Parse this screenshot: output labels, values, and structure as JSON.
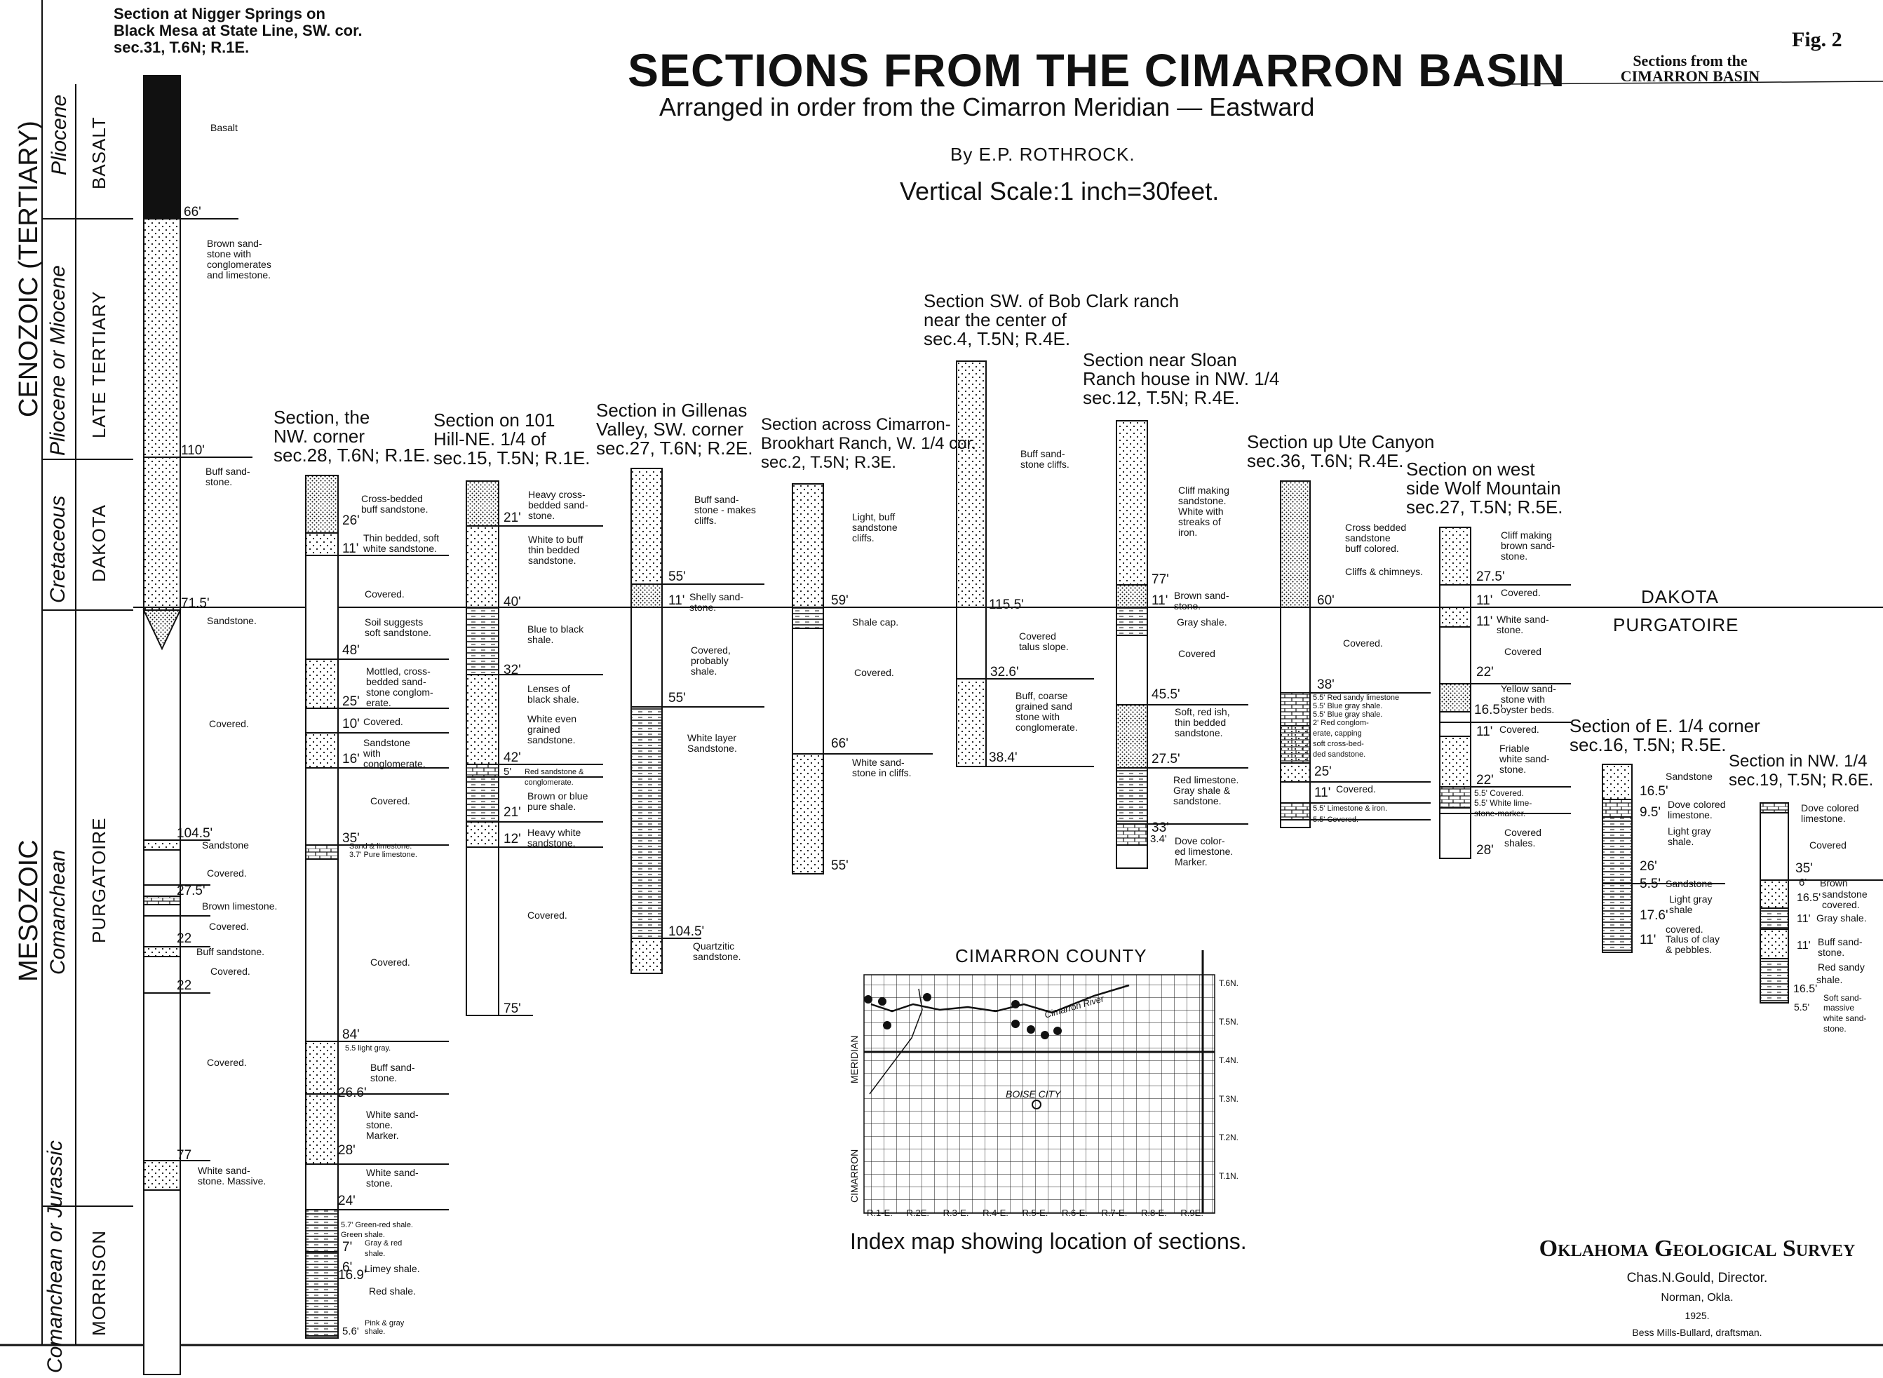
{
  "header": {
    "title": "SECTIONS FROM THE CIMARRON BASIN",
    "subtitle": "Arranged in order from the Cimarron Meridian — Eastward",
    "author": "By E.P. ROTHROCK.",
    "scale": "Vertical Scale:1 inch=30feet.",
    "fig_label": "Fig. 2",
    "corner_title_line1": "Sections from the",
    "corner_title_line2": "CIMARRON BASIN"
  },
  "stratigraphy": {
    "era_mesozoic": "MESOZOIC",
    "era_cenozoic": "CENOZOIC (TERTIARY)",
    "period_cretaceous": "Cretaceous",
    "period_comanchean": "Comanchean",
    "period_jurassic": "Comanchean or Jurassic",
    "age_pliocene": "Pliocene",
    "age_pliocene_miocene": "Pliocene or Miocene",
    "form_basalt": "BASALT",
    "form_late_tertiary": "LATE TERTIARY",
    "form_dakota": "DAKOTA",
    "form_purgatoire": "PURGATOIRE",
    "form_morrison": "MORRISON",
    "dakota_right": "DAKOTA",
    "purgatoire_right": "PURGATOIRE"
  },
  "sections": [
    {
      "title": [
        "Section at Nigger Springs on",
        "Black Mesa at State Line, SW. cor.",
        "sec.31, T.6N; R.1E."
      ]
    },
    {
      "title": [
        "Section, the",
        "NW. corner",
        "sec.28, T.6N; R.1E."
      ]
    },
    {
      "title": [
        "Section on 101",
        "Hill-NE. 1/4 of",
        "sec.15, T.5N; R.1E."
      ]
    },
    {
      "title": [
        "Section in Gillenas",
        "Valley, SW. corner",
        "sec.27, T.6N; R.2E."
      ]
    },
    {
      "title": [
        "Section across Cimarron-",
        "Brookhart Ranch, W. 1/4 cor.",
        "sec.2, T.5N; R.3E."
      ]
    },
    {
      "title": [
        "Section SW. of Bob Clark ranch",
        "near the center of",
        "sec.4, T.5N; R.4E."
      ]
    },
    {
      "title": [
        "Section near Sloan",
        "Ranch house in NW. 1/4",
        "sec.12, T.5N; R.4E."
      ]
    },
    {
      "title": [
        "Section up Ute Canyon",
        "sec.36, T.6N; R.4E."
      ]
    },
    {
      "title": [
        "Section on west",
        "side Wolf Mountain",
        "sec.27, T.5N; R.5E."
      ]
    },
    {
      "title": [
        "Section of E. 1/4 corner",
        "sec.16, T.5N; R.5E."
      ]
    },
    {
      "title": [
        "Section in NW. 1/4",
        "sec.19, T.5N; R.6E."
      ]
    }
  ],
  "labels": {
    "s1": [
      "Basalt",
      "66'",
      "Brown sand-",
      "stone with",
      "conglomerates",
      "and limestone.",
      "110'",
      "Buff sand-",
      "stone.",
      "71.5'",
      "Sandstone.",
      "Covered.",
      "104.5'",
      "Sandstone",
      "Covered.",
      "27.5'",
      "Brown limestone.",
      "Covered.",
      "22",
      "Buff sandstone.",
      "Covered.",
      "22",
      "Covered.",
      "77",
      "White sand-",
      "stone. Massive."
    ],
    "s2": [
      "Cross-bedded",
      "buff sandstone.",
      "26'",
      "Thin bedded, soft",
      "white sandstone.",
      "11'",
      "Covered.",
      "Soil suggests",
      "soft sandstone.",
      "48'",
      "Mottled, cross-",
      "bedded sand-",
      "stone conglom-",
      "erate.",
      "25'",
      "10'",
      "Covered.",
      "Sandstone",
      "with",
      "conglomerate.",
      "16'",
      "Covered.",
      "35'",
      "Sand & limestone.",
      "3.7' Pure limestone.",
      "Covered.",
      "84'",
      "5.5 light gray.",
      "Buff sand-",
      "stone.",
      "26.6'",
      "White sand-",
      "stone.",
      "Marker.",
      "28'",
      "White sand-",
      "stone.",
      "24'",
      "5.7' Green-red shale.",
      "Green shale.",
      "7'",
      "Gray & red",
      "shale.",
      "6'",
      "Limey shale.",
      "Red shale.",
      "16.9'",
      "Pink & gray",
      "shale.",
      "5.6'"
    ],
    "s3": [
      "Heavy cross-",
      "bedded sand-",
      "stone.",
      "21'",
      "White to buff",
      "thin bedded",
      "sandstone.",
      "40'",
      "Blue to black",
      "shale.",
      "32'",
      "Lenses of",
      "black shale.",
      "White even",
      "grained",
      "sandstone.",
      "42'",
      "5'",
      "Red sandstone &",
      "conglomerate.",
      "Brown or blue",
      "pure shale.",
      "21'",
      "Heavy white",
      "sandstone.",
      "12'",
      "Covered.",
      "75'"
    ],
    "s4": [
      "Buff sand-",
      "stone - makes",
      "cliffs.",
      "55'",
      "11'",
      "Shelly sand-",
      "stone.",
      "Covered,",
      "probably",
      "shale.",
      "55'",
      "White layer",
      "Sandstone.",
      "104.5'",
      "Quartzitic",
      "sandstone."
    ],
    "s5": [
      "Light, buff",
      "sandstone",
      "cliffs.",
      "59'",
      "Shale cap.",
      "Covered.",
      "66'",
      "White sand-",
      "stone in cliffs.",
      "55'"
    ],
    "s6": [
      "Buff sand-",
      "stone cliffs.",
      "115.5'",
      "Covered",
      "talus slope.",
      "32.6'",
      "Buff, coarse",
      "grained sand",
      "stone with",
      "conglomerate.",
      "38.4'"
    ],
    "s7": [
      "Cliff making",
      "sandstone.",
      "White with",
      "streaks of",
      "iron.",
      "77'",
      "11'",
      "Brown sand-",
      "stone.",
      "Gray shale.",
      "Covered",
      "45.5'",
      "Soft, red ish,",
      "thin bedded",
      "sandstone.",
      "27.5'",
      "Red limestone.",
      "Gray shale &",
      "sandstone.",
      "33'",
      "3.4'",
      "Dove color-",
      "ed limestone.",
      "Marker."
    ],
    "s8": [
      "Cross bedded",
      "sandstone",
      "buff colored.",
      "Cliffs & chimneys.",
      "60'",
      "Covered.",
      "38'",
      "5.5' Red sandy limestone",
      "5.5' Blue gray shale.",
      "5.5' Blue gray shale.",
      "2' Red conglom-",
      "erate, capping",
      "soft cross-bed-",
      "ded sandstone.",
      "25'",
      "11'",
      "Covered.",
      "5.5' Limestone & iron.",
      "5.5' Covered."
    ],
    "s9": [
      "Cliff making",
      "brown sand-",
      "stone.",
      "27.5'",
      "11'",
      "Covered.",
      "11'",
      "White sand-",
      "stone.",
      "Covered",
      "22'",
      "Yellow sand-",
      "stone with",
      "oyster beds.",
      "16.5'",
      "11'",
      "Covered.",
      "Friable",
      "white sand-",
      "stone.",
      "22'",
      "5.5' Covered.",
      "5.5' White lime-",
      "stone-marker.",
      "Covered",
      "shales.",
      "28'"
    ],
    "s10": [
      "16.5'",
      "Sandstone",
      "9.5'",
      "Dove colored",
      "limestone.",
      "Light gray",
      "shale.",
      "26'",
      "5.5'",
      "Sandstone",
      "Light gray",
      "shale",
      "17.6'",
      "covered.",
      "11'",
      "Talus of clay",
      "& pebbles."
    ],
    "s11": [
      "Dove colored",
      "limestone.",
      "Covered",
      "35'",
      "6'",
      "Brown",
      "16.5'",
      "sandstone",
      "covered.",
      "11'",
      "Gray shale.",
      "11'",
      "Buff sand-",
      "stone.",
      "Red sandy",
      "16.5'",
      "shale.",
      "Soft sand-",
      "5.5'",
      "massive",
      "white sand-",
      "stone."
    ]
  },
  "index_map": {
    "county": "CIMARRON COUNTY",
    "caption": "Index map showing location of sections.",
    "meridian_label": "CIMARRON",
    "meridian_label2": "MERIDIAN",
    "town": "BOISE CITY",
    "river": "Cimarron River",
    "ranges": [
      "R.1-E.",
      "R.2E.",
      "R.3-E.",
      "R.4-E.",
      "R.5-E.",
      "R.6-E.",
      "R.7-E.",
      "R.8-E.",
      "R.9E."
    ],
    "townships": [
      "T.6N.",
      "T.5N.",
      "T.4N.",
      "T.3N.",
      "T.2N.",
      "T.1N."
    ]
  },
  "footer": {
    "survey": "Oklahoma Geological Survey",
    "director": "Chas.N.Gould, Director.",
    "place": "Norman, Okla.",
    "year": "1925.",
    "draftsman": "Bess Mills-Bullard, draftsman."
  }
}
